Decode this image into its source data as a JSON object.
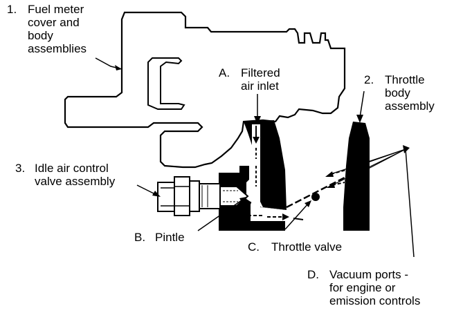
{
  "labels": {
    "fuel_meter": {
      "num": "1.",
      "lines": [
        "Fuel meter",
        "cover and",
        "body",
        "assemblies"
      ]
    },
    "filtered_air": {
      "num": "A.",
      "lines": [
        "Filtered",
        "air inlet"
      ]
    },
    "throttle_body": {
      "num": "2.",
      "lines": [
        "Throttle",
        "body",
        "assembly"
      ]
    },
    "idle_air": {
      "num": "3.",
      "lines": [
        "Idle air control",
        "valve assembly"
      ]
    },
    "pintle": {
      "num": "B.",
      "lines": [
        "Pintle"
      ]
    },
    "throttle_valve": {
      "num": "C.",
      "lines": [
        "Throttle valve"
      ]
    },
    "vacuum_ports": {
      "num": "D.",
      "lines": [
        "Vacuum ports -",
        "for engine or",
        "emission controls"
      ]
    }
  },
  "colors": {
    "ink": "#000000",
    "paper": "#ffffff"
  }
}
